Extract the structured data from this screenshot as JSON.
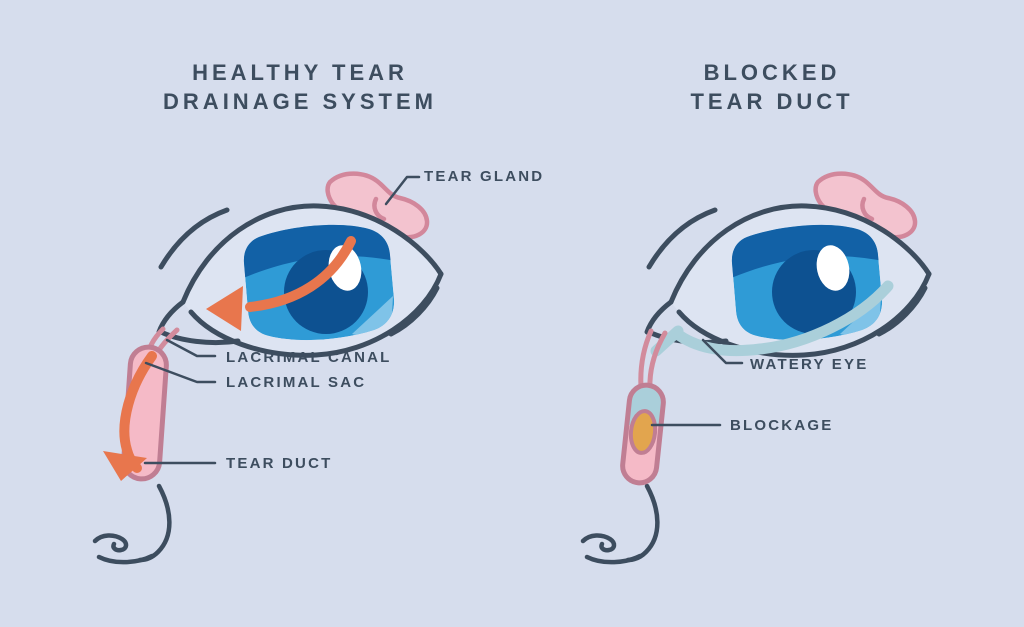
{
  "colors": {
    "background": "#d6dded",
    "ink": "#3d4d5f",
    "sclera": "#dde4f2",
    "iris_light": "#2f9bd6",
    "iris_dark": "#1261a6",
    "pupil": "#0d5191",
    "iris_glint": "#7fc3e8",
    "highlight": "#ffffff",
    "gland_fill": "#f3c3cf",
    "gland_stroke": "#d2879b",
    "duct_fill": "#f5bac7",
    "duct_stroke": "#c07e93",
    "canal": "#d28b9c",
    "arrow": "#e8764d",
    "water": "#aacfda",
    "blockage": "#e2a54e"
  },
  "panels": {
    "healthy": {
      "title_line1": "HEALTHY TEAR",
      "title_line2": "DRAINAGE SYSTEM",
      "labels": {
        "tear_gland": "TEAR GLAND",
        "lacrimal_canal": "LACRIMAL CANAL",
        "lacrimal_sac": "LACRIMAL SAC",
        "tear_duct": "TEAR DUCT"
      }
    },
    "blocked": {
      "title_line1": "BLOCKED",
      "title_line2": "TEAR DUCT",
      "labels": {
        "watery_eye": "WATERY EYE",
        "blockage": "BLOCKAGE"
      }
    }
  }
}
